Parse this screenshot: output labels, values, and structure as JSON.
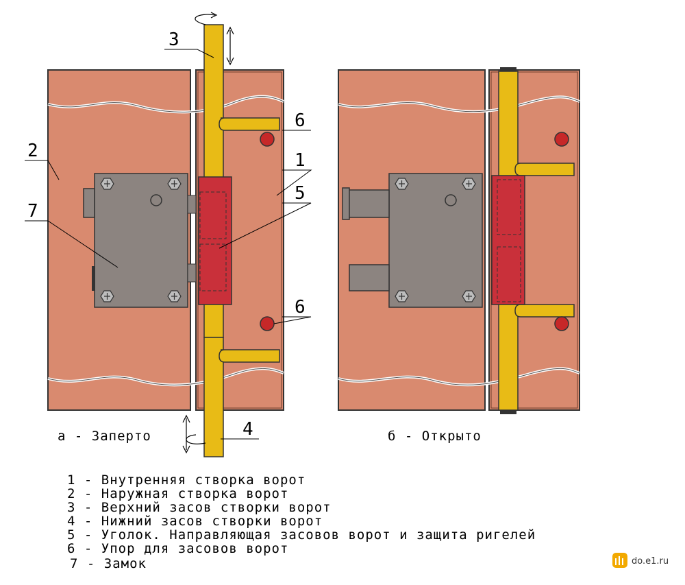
{
  "labels": {
    "n1": "1",
    "n2": "2",
    "n3": "3",
    "n4": "4",
    "n5": "5",
    "n6a": "6",
    "n6b": "6",
    "n7": "7"
  },
  "captions": {
    "closed": "а - Заперто",
    "open": "б - Открыто"
  },
  "legend": [
    "1 - Внутренняя створка ворот",
    "2 - Наружная створка ворот",
    "3 - Верхний засов створки ворот",
    "4 - Нижний засов створки ворот",
    "5 - Уголок. Направляющая засовов ворот и защита ригелей",
    "6 - Упор для засовов ворот",
    "7 - Замок"
  ],
  "watermark": {
    "text": "do.e1.ru",
    "icon": "e1-logo-icon"
  },
  "colors": {
    "panel": "#d98a6f",
    "bolt": "#e8bb16",
    "guide": "#c9303a",
    "lock": "#8c8480",
    "stop": "#c62828"
  }
}
